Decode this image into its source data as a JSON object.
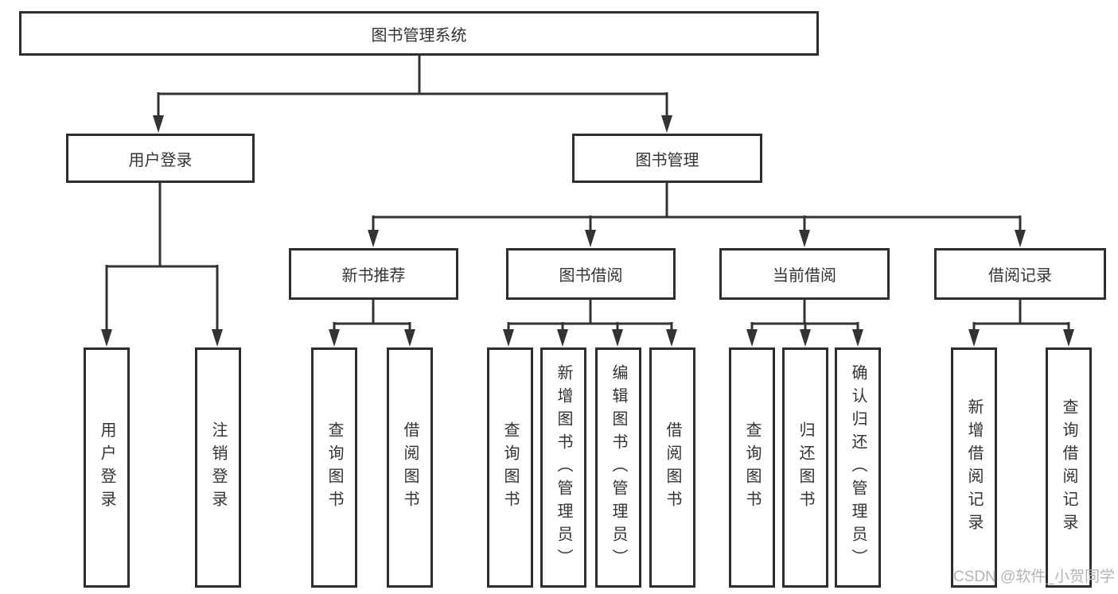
{
  "diagram": {
    "watermark": "CSDN @软件_小贺同学",
    "tree": {
      "root": "图书管理系统",
      "branches": [
        {
          "label": "用户登录",
          "children": [
            {
              "label": "用户登录"
            },
            {
              "label": "注销登录"
            }
          ]
        },
        {
          "label": "图书管理",
          "children": [
            {
              "label": "新书推荐",
              "children": [
                {
                  "label": "查询图书"
                },
                {
                  "label": "借阅图书"
                }
              ]
            },
            {
              "label": "图书借阅",
              "children": [
                {
                  "label": "查询图书"
                },
                {
                  "label": "新增图书（管理员）"
                },
                {
                  "label": "编辑图书（管理员）"
                },
                {
                  "label": "借阅图书"
                }
              ]
            },
            {
              "label": "当前借阅",
              "children": [
                {
                  "label": "查询图书"
                },
                {
                  "label": "归还图书"
                },
                {
                  "label": "确认归还（管理员）"
                }
              ]
            },
            {
              "label": "借阅记录",
              "children": [
                {
                  "label": "新增借阅记录"
                },
                {
                  "label": "查询借阅记录"
                }
              ]
            }
          ]
        }
      ]
    }
  }
}
